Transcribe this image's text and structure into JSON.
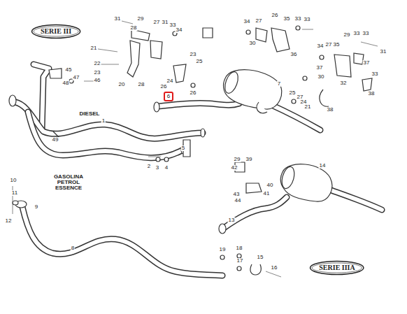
{
  "diagram": {
    "nodes": [
      {
        "text": [
          "SERIE III"
        ]
      },
      {
        "text": [
          "6"
        ]
      },
      {
        "text": [
          "SERIE IIIA"
        ]
      }
    ],
    "labels": [
      "31",
      "29",
      "28",
      "27",
      "31",
      "33",
      "34",
      "21",
      "22",
      "23",
      "20",
      "28",
      "24",
      "23",
      "25",
      "26",
      "26",
      "34",
      "27",
      "26",
      "35",
      "33",
      "33",
      "30",
      "36",
      "7",
      "25",
      "27",
      "24",
      "21",
      "38",
      "34",
      "27",
      "35",
      "29",
      "33",
      "33",
      "31",
      "37",
      "30",
      "32",
      "37",
      "33",
      "38",
      "45",
      "47",
      "48",
      "46",
      "49",
      "DIESEL",
      "1",
      "GASOLINA",
      "PETROL",
      "ESSENCE",
      "2",
      "3",
      "4",
      "5",
      "10",
      "11",
      "12",
      "9",
      "8",
      "29",
      "39",
      "42",
      "40",
      "43",
      "44",
      "41",
      "14",
      "13",
      "19",
      "18",
      "17",
      "15",
      "16"
    ]
  }
}
